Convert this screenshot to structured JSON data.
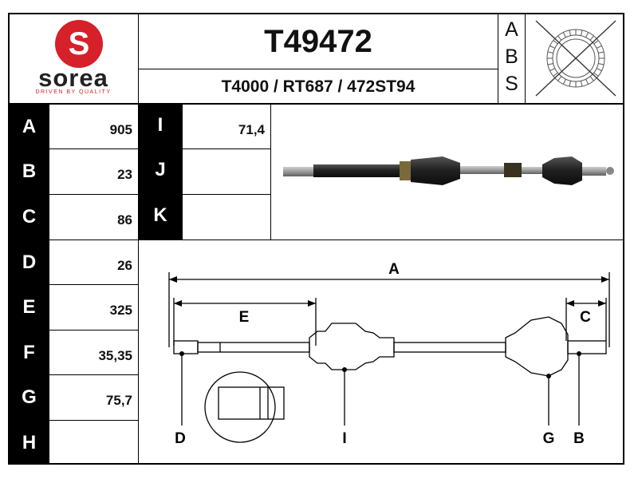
{
  "brand": {
    "logo_letter": "S",
    "name": "sorea",
    "tagline": "DRIVEN BY QUALITY",
    "color": "#d6202a"
  },
  "header": {
    "part_number": "T49472",
    "references": "T4000 / RT687 / 472ST94"
  },
  "abs_box": {
    "letters": [
      "A",
      "B",
      "S"
    ],
    "status": "no-abs-ring-crossed-out",
    "icon": "abs-ring-crossed-icon"
  },
  "dimensions_left": [
    {
      "label": "A",
      "value": "905"
    },
    {
      "label": "B",
      "value": "23"
    },
    {
      "label": "C",
      "value": "86"
    },
    {
      "label": "D",
      "value": "26"
    },
    {
      "label": "E",
      "value": "325"
    },
    {
      "label": "F",
      "value": "35,35"
    },
    {
      "label": "G",
      "value": "75,7"
    },
    {
      "label": "H",
      "value": ""
    }
  ],
  "dimensions_mid": [
    {
      "label": "I",
      "value": "71,4"
    },
    {
      "label": "J",
      "value": ""
    },
    {
      "label": "K",
      "value": ""
    }
  ],
  "diagram": {
    "labels": {
      "A": "A",
      "E": "E",
      "C": "C",
      "D": "D",
      "I": "I",
      "G": "G",
      "B": "B"
    }
  }
}
